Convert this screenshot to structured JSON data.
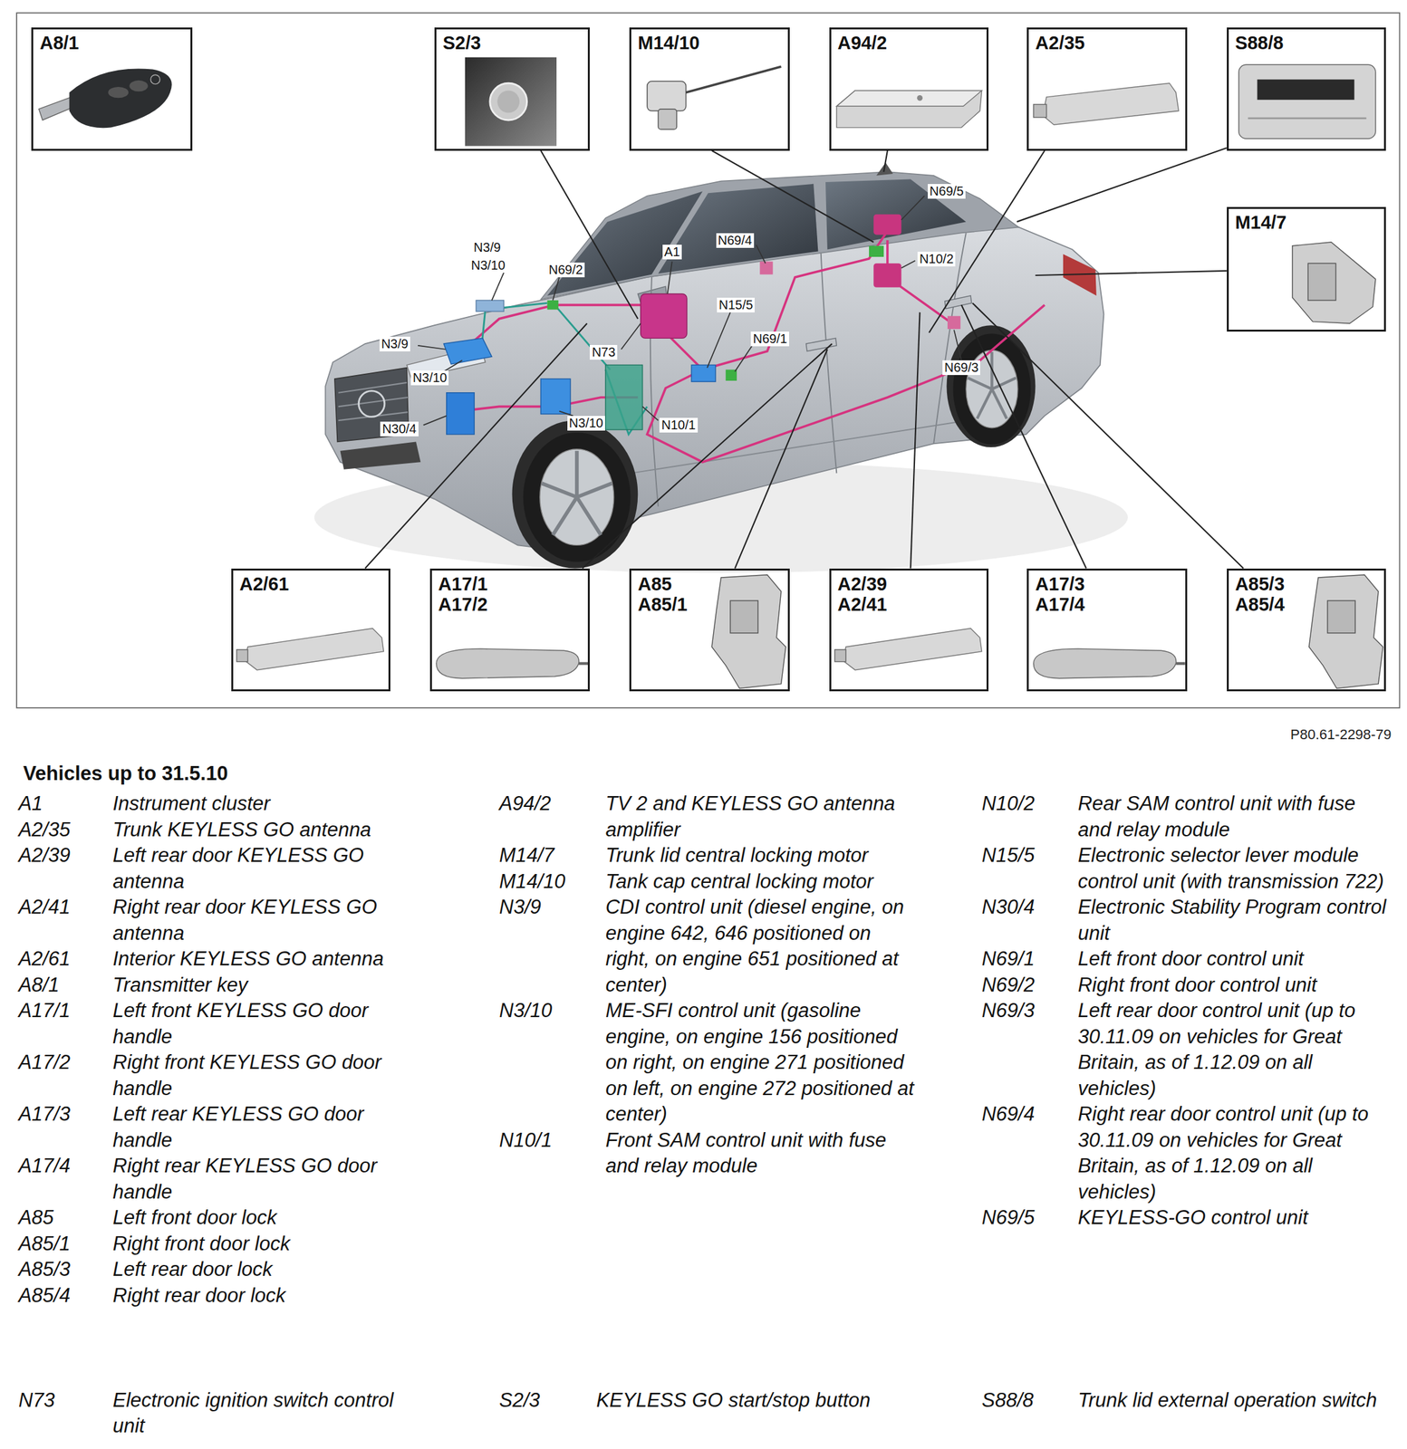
{
  "diagram": {
    "title": "Vehicles up to 31.5.10",
    "nodes": [
      {
        "text": [
          "A8/1"
        ]
      },
      {
        "text": [
          "S2/3"
        ]
      },
      {
        "text": [
          "M14/10"
        ]
      },
      {
        "text": [
          "A94/2"
        ]
      },
      {
        "text": [
          "A2/35"
        ]
      },
      {
        "text": [
          "S88/8"
        ]
      },
      {
        "text": [
          "M14/7"
        ]
      },
      {
        "text": [
          "A2/61"
        ]
      },
      {
        "text": [
          "A17/1",
          "A17/2"
        ]
      },
      {
        "text": [
          "A85",
          "A85/1"
        ]
      },
      {
        "text": [
          "A2/39",
          "A2/41"
        ]
      },
      {
        "text": [
          "A17/3",
          "A17/4"
        ]
      },
      {
        "text": [
          "A85/3",
          "A85/4"
        ]
      }
    ],
    "labels": [
      "N69/5",
      "N69/4",
      "N3/9",
      "N3/10",
      "A1",
      "N10/2",
      "N69/2",
      "N15/5",
      "N69/1",
      "N3/9",
      "N73",
      "N69/3",
      "N3/10",
      "N3/10",
      "N30/4",
      "N10/1",
      "P80.61-2298-79",
      "A1",
      "Instrument cluster",
      "A2/35",
      "Trunk KEYLESS GO antenna",
      "A2/39",
      "Left rear door KEYLESS GO antenna",
      "A2/41",
      "Right rear door KEYLESS GO antenna",
      "A2/61",
      "Interior KEYLESS GO antenna",
      "A8/1",
      "Transmitter key",
      "A17/1",
      "Left front KEYLESS GO door handle",
      "A17/2",
      "Right front KEYLESS GO door handle",
      "A17/3",
      "Left rear KEYLESS GO door handle",
      "A17/4",
      "Right rear KEYLESS GO door handle",
      "A85",
      "Left front door lock",
      "A85/1",
      "Right front door lock",
      "A85/3",
      "Left rear door lock",
      "A85/4",
      "Right rear door lock",
      "A94/2",
      "TV 2 and KEYLESS GO antenna amplifier",
      "M14/7",
      "Trunk lid central locking motor",
      "M14/10",
      "Tank cap central locking motor",
      "N3/9",
      "CDI control unit (diesel engine, on engine 642, 646 positioned on right, on engine 651 positioned at center)",
      "N3/10",
      "ME-SFI control unit (gasoline engine, on engine 156 positioned on right, on engine 271 positioned on left, on engine 272 positioned at center)",
      "N10/1",
      "Front SAM control unit with fuse and relay module",
      "N10/2",
      "Rear SAM control unit with fuse and relay module",
      "N15/5",
      "Electronic selector lever module control unit (with transmission 722)",
      "N30/4",
      "Electronic Stability Program control unit",
      "N69/1",
      "Left front door control unit",
      "N69/2",
      "Right front door control unit",
      "N69/3",
      "Left rear door control unit (up to 30.11.09 on vehicles for Great Britain, as of 1.12.09 on all vehicles)",
      "N69/4",
      "Right rear door control unit (up to 30.11.09 on vehicles for Great Britain, as of 1.12.09 on all vehicles)",
      "N69/5",
      "KEYLESS-GO control unit",
      "N73",
      "Electronic ignition switch control unit",
      "S2/3",
      "KEYLESS GO start/stop button",
      "S88/8",
      "Trunk lid external operation switch"
    ]
  }
}
